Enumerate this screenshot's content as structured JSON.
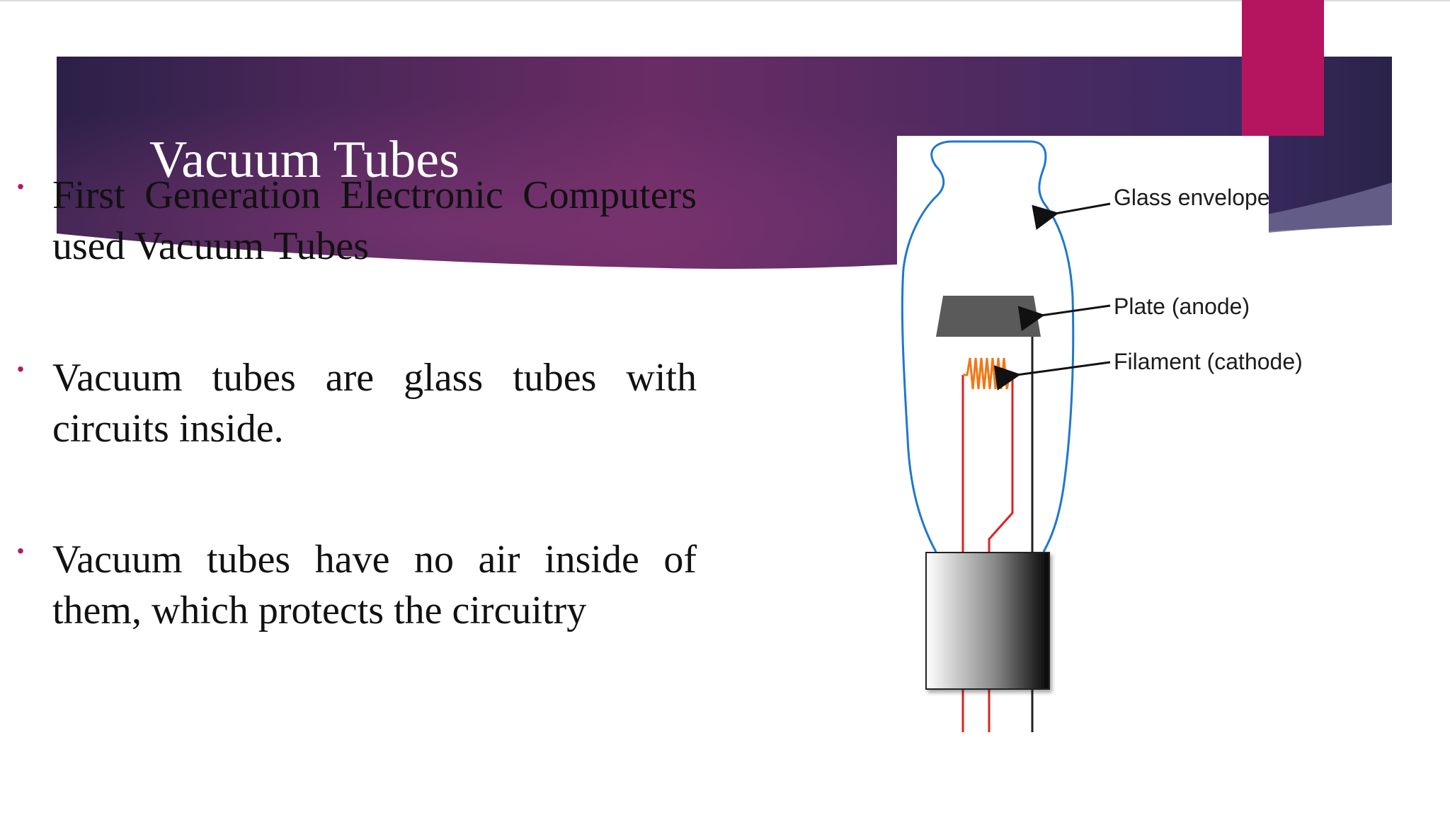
{
  "slide": {
    "title": "Vacuum Tubes",
    "bullets": [
      "First Generation Electronic Computers used Vacuum Tubes",
      "Vacuum tubes are glass tubes with circuits inside.",
      "Vacuum tubes have no air inside of them, which protects the circuitry"
    ],
    "bullet_glyph": "•"
  },
  "diagram": {
    "labels": {
      "glass_envelope": "Glass envelope",
      "plate": "Plate (anode)",
      "filament": "Filament (cathode)"
    }
  },
  "colors": {
    "banner_dark": "#2b2048",
    "banner_mid": "#5a2a5e",
    "accent_magenta": "#b5155f",
    "bullet": "#b2196b",
    "glass_outline": "#1e78d0",
    "filament_wire": "#e02020",
    "filament_coil": "#f07818",
    "plate": "#5a5a5a"
  }
}
